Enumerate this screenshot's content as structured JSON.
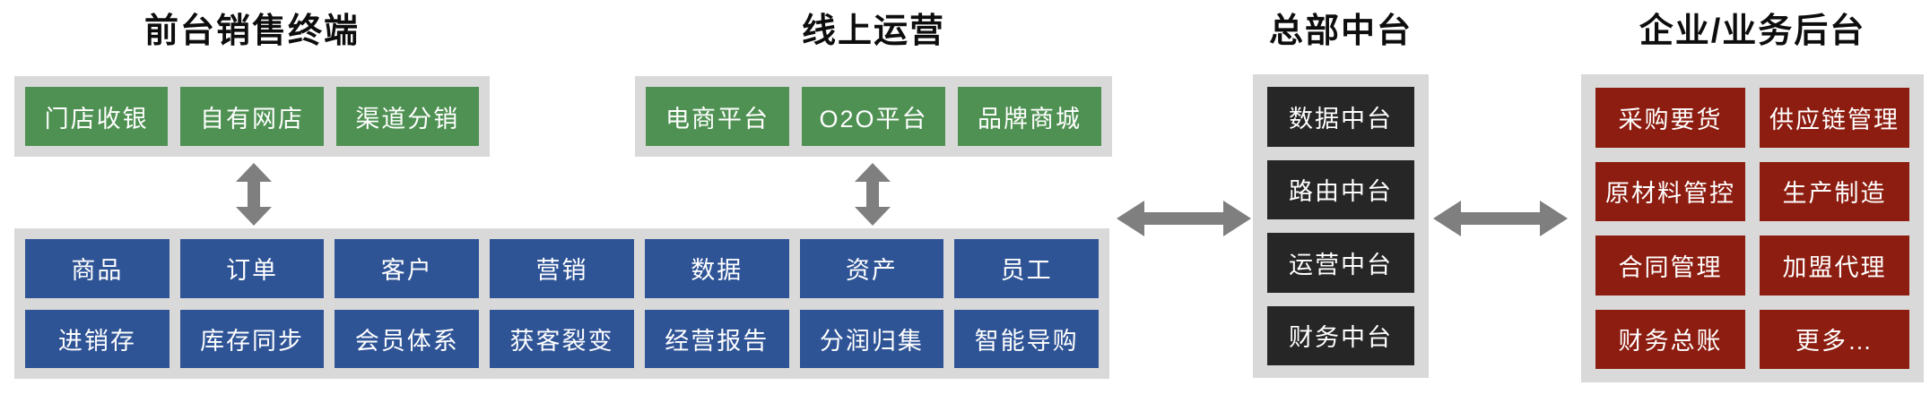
{
  "diagram": {
    "sections": {
      "frontend": {
        "title": "前台销售终端",
        "items": [
          "门店收银",
          "自有网店",
          "渠道分销"
        ]
      },
      "online": {
        "title": "线上运营",
        "items": [
          "电商平台",
          "O2O平台",
          "品牌商城"
        ]
      },
      "capabilities": {
        "row1": [
          "商品",
          "订单",
          "客户",
          "营销",
          "数据",
          "资产",
          "员工"
        ],
        "row2": [
          "进销存",
          "库存同步",
          "会员体系",
          "获客裂变",
          "经营报告",
          "分润归集",
          "智能导购"
        ]
      },
      "midplatform": {
        "title": "总部中台",
        "items": [
          "数据中台",
          "路由中台",
          "运营中台",
          "财务中台"
        ]
      },
      "backend": {
        "title": "企业/业务后台",
        "items": [
          "采购要货",
          "供应链管理",
          "原材料管控",
          "生产制造",
          "合同管理",
          "加盟代理",
          "财务总账",
          "更多…"
        ]
      }
    },
    "colors": {
      "frontend_box": "#4F9153",
      "capability_box": "#2F5496",
      "midplatform_box": "#262626",
      "backend_box": "#8C1D10",
      "panel_background": "#D9D9D9",
      "arrow": "#7F7F7F"
    }
  }
}
